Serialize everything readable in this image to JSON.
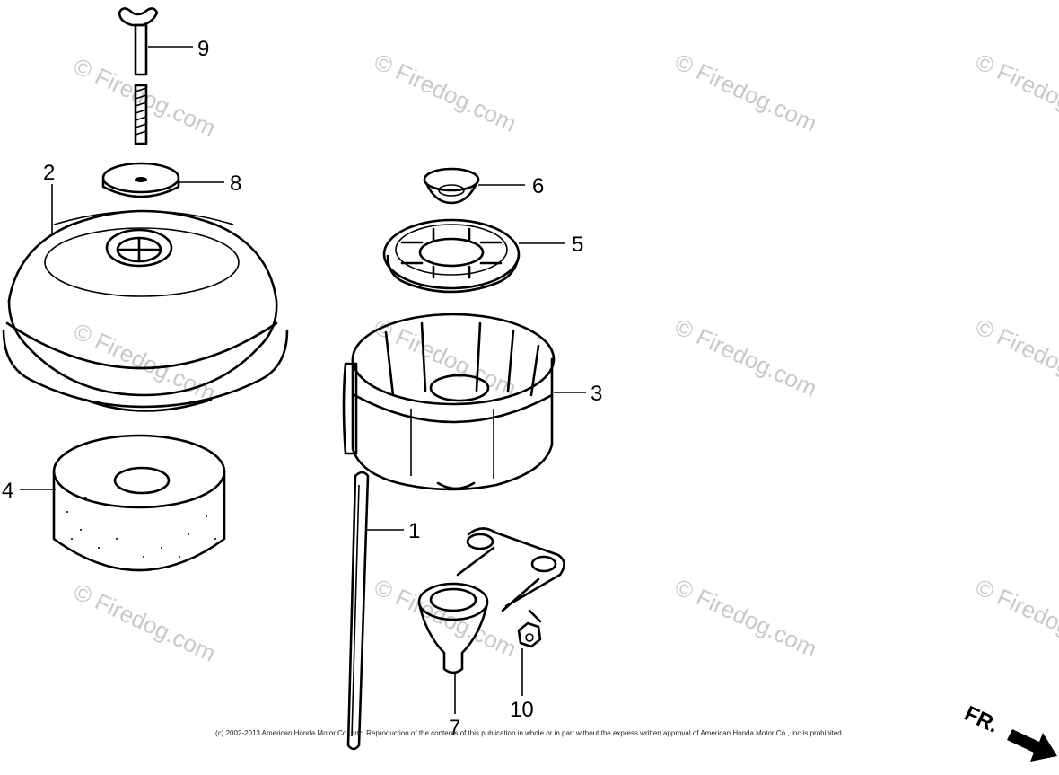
{
  "watermark": "© Firedog.com",
  "parts": [
    {
      "id": "part-1",
      "callout": "1",
      "name": "tube"
    },
    {
      "id": "part-2",
      "callout": "2",
      "name": "air-cleaner-cover"
    },
    {
      "id": "part-3",
      "callout": "3",
      "name": "air-cleaner-case"
    },
    {
      "id": "part-4",
      "callout": "4",
      "name": "foam-element"
    },
    {
      "id": "part-5",
      "callout": "5",
      "name": "element-holder"
    },
    {
      "id": "part-6",
      "callout": "6",
      "name": "grommet"
    },
    {
      "id": "part-7",
      "callout": "7",
      "name": "drain-funnel"
    },
    {
      "id": "part-8",
      "callout": "8",
      "name": "washer"
    },
    {
      "id": "part-9",
      "callout": "9",
      "name": "wing-bolt"
    },
    {
      "id": "part-10",
      "callout": "10",
      "name": "nut"
    }
  ],
  "callouts": {
    "c1": "1",
    "c2": "2",
    "c3": "3",
    "c4": "4",
    "c5": "5",
    "c6": "6",
    "c7": "7",
    "c8": "8",
    "c9": "9",
    "c10": "10"
  },
  "direction_label": "FR.",
  "copyright": "(c) 2002-2013 American Honda Motor Co., Inc. Reproduction of the contents of this publication in whole or in part without the express written approval of American Honda Motor Co., Inc is prohibited."
}
